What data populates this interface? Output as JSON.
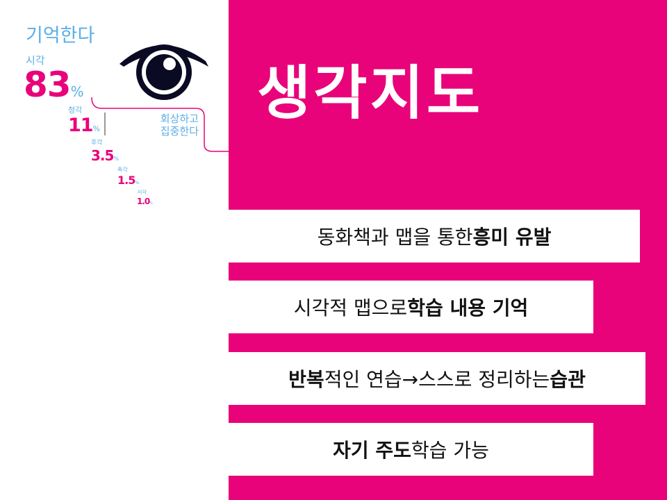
{
  "infographic": {
    "heading": "기억한다",
    "senses": [
      {
        "label": "시각",
        "value": "83",
        "unit": "%"
      },
      {
        "label": "청각",
        "value": "11",
        "unit": "%"
      },
      {
        "label": "후각",
        "value": "3.5",
        "unit": "%"
      },
      {
        "label": "촉각",
        "value": "1.5",
        "unit": "%"
      },
      {
        "label": "미각",
        "value": "1.0",
        "unit": "%"
      }
    ],
    "caption_line1": "회상하고",
    "caption_line2": "집중한다"
  },
  "title": "생각지도",
  "colors": {
    "accent": "#E8037A",
    "blue": "#5AAEE6",
    "eye": "#0A0A23"
  },
  "points": [
    [
      {
        "t": "동화책과 맵을 통한 ",
        "b": false
      },
      {
        "t": "흥미 유발",
        "b": true
      }
    ],
    [
      {
        "t": "시각적 맵으로 ",
        "b": false
      },
      {
        "t": "학습 내용 기억",
        "b": true
      }
    ],
    [
      {
        "t": "반복",
        "b": true
      },
      {
        "t": "적인 연습→스스로 정리하는 ",
        "b": false
      },
      {
        "t": "습관",
        "b": true
      }
    ],
    [
      {
        "t": "자기 주도",
        "b": true
      },
      {
        "t": " 학습 가능",
        "b": false
      }
    ]
  ]
}
